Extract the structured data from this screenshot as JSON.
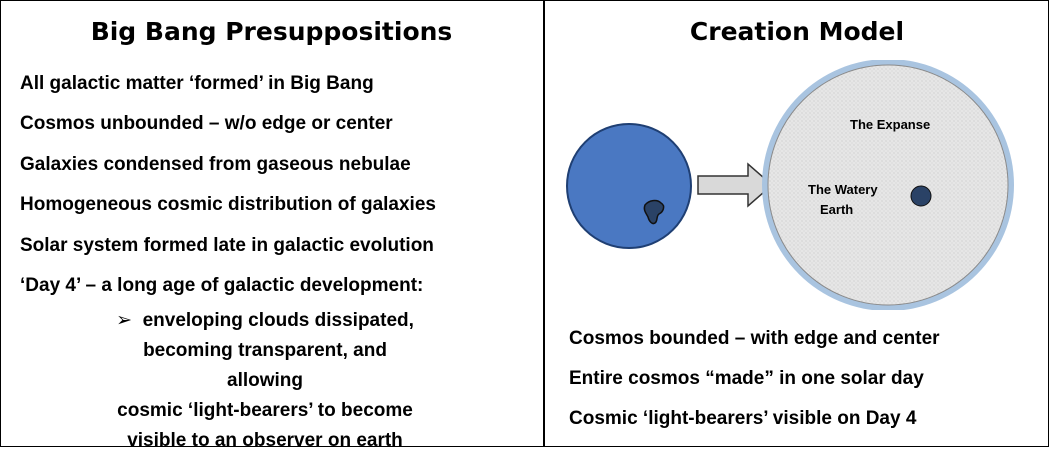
{
  "left": {
    "title": "Big Bang Presuppositions",
    "items": [
      "All galactic matter ‘formed’ in Big Bang",
      "Cosmos unbounded – w/o edge or center",
      "Galaxies condensed from gaseous nebulae",
      "Homogeneous cosmic distribution of galaxies",
      "Solar system formed late in galactic evolution",
      "‘Day 4’ – a long age of galactic development:"
    ],
    "subitem": {
      "bullet": "➢",
      "lines": [
        "enveloping clouds dissipated,",
        "becoming transparent, and allowing",
        "cosmic ‘light-bearers’ to become",
        "visible to an observer on earth"
      ]
    }
  },
  "right": {
    "title": "Creation Model",
    "diagram": {
      "expanse_label": "The Expanse",
      "earth_label_line1": "The Watery",
      "earth_label_line2": "Earth",
      "colors": {
        "small_sphere": "#4a78c2",
        "sphere_outline": "#1f3f73",
        "expanse_fill": "#e6e6e6",
        "expanse_ring": "#a9c4e0",
        "earth_dot": "#2a4266",
        "arrow_fill": "#d9d9d9"
      }
    },
    "items": [
      "Cosmos bounded – with edge and center",
      "Entire cosmos “made” in one solar day",
      "Cosmic ‘light-bearers’ visible on Day 4"
    ]
  }
}
